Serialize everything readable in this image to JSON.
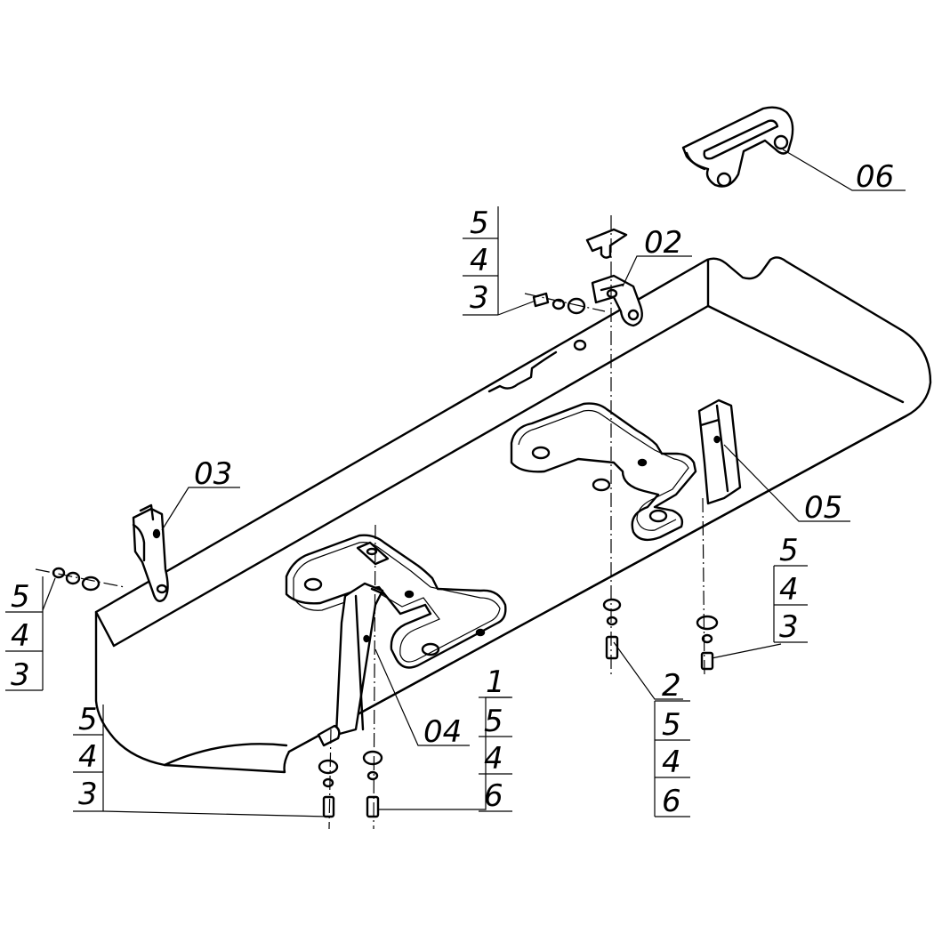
{
  "callouts": {
    "c02": "02",
    "c03": "03",
    "c04": "04",
    "c05": "05",
    "c06": "06",
    "c1": "1",
    "c2": "2"
  },
  "stacks": {
    "top_center": [
      "5",
      "4",
      "3"
    ],
    "left": [
      "5",
      "4",
      "3"
    ],
    "bottom_left": [
      "5",
      "4",
      "3"
    ],
    "bottom_mid": [
      "5",
      "4",
      "6"
    ],
    "right_low": [
      "5",
      "4",
      "6"
    ],
    "right": [
      "5",
      "4",
      "3"
    ]
  }
}
